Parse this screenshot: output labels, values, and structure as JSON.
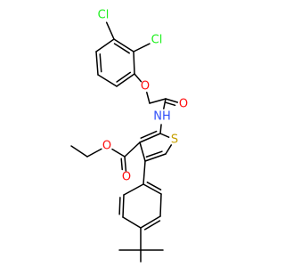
{
  "colors": {
    "bond": "#000000",
    "carbon": "#000000",
    "oxygen": "#ff0d0d",
    "nitrogen": "#3050f8",
    "sulfur": "#c6a000",
    "chlorine": "#1ff01f"
  },
  "atom_labels": {
    "cl_top": "Cl",
    "cl_ortho": "Cl",
    "o_ether": "O",
    "o_amide": "O",
    "nh": "NH",
    "s_ring": "S",
    "o_ester_carbonyl": "O",
    "o_ester_single": "O"
  },
  "structure": {
    "name_shown": "",
    "atoms": [
      {
        "id": "a1",
        "element": "C"
      },
      {
        "id": "a2",
        "element": "C"
      },
      {
        "id": "a3",
        "element": "C"
      },
      {
        "id": "a4",
        "element": "C"
      },
      {
        "id": "a5",
        "element": "C"
      },
      {
        "id": "a6",
        "element": "C"
      },
      {
        "id": "cl1",
        "element": "Cl",
        "label_key": "cl_top"
      },
      {
        "id": "cl2",
        "element": "Cl",
        "label_key": "cl_ortho"
      },
      {
        "id": "o1",
        "element": "O",
        "label_key": "o_ether"
      },
      {
        "id": "ch2",
        "element": "C"
      },
      {
        "id": "cam",
        "element": "C"
      },
      {
        "id": "o2",
        "element": "O",
        "label_key": "o_amide"
      },
      {
        "id": "n1",
        "element": "N",
        "label_key": "nh"
      },
      {
        "id": "t2",
        "element": "C"
      },
      {
        "id": "t3",
        "element": "C"
      },
      {
        "id": "t4",
        "element": "C"
      },
      {
        "id": "t5",
        "element": "C"
      },
      {
        "id": "s1",
        "element": "S",
        "label_key": "s_ring"
      },
      {
        "id": "cest",
        "element": "C"
      },
      {
        "id": "o3",
        "element": "O",
        "label_key": "o_ester_carbonyl"
      },
      {
        "id": "o4",
        "element": "O",
        "label_key": "o_ester_single"
      },
      {
        "id": "e1",
        "element": "C"
      },
      {
        "id": "e2",
        "element": "C"
      },
      {
        "id": "p1",
        "element": "C"
      },
      {
        "id": "p2",
        "element": "C"
      },
      {
        "id": "p3",
        "element": "C"
      },
      {
        "id": "p4",
        "element": "C"
      },
      {
        "id": "p5",
        "element": "C"
      },
      {
        "id": "p6",
        "element": "C"
      },
      {
        "id": "tq",
        "element": "C"
      },
      {
        "id": "m1",
        "element": "C"
      },
      {
        "id": "m2",
        "element": "C"
      },
      {
        "id": "m3",
        "element": "C"
      }
    ]
  }
}
